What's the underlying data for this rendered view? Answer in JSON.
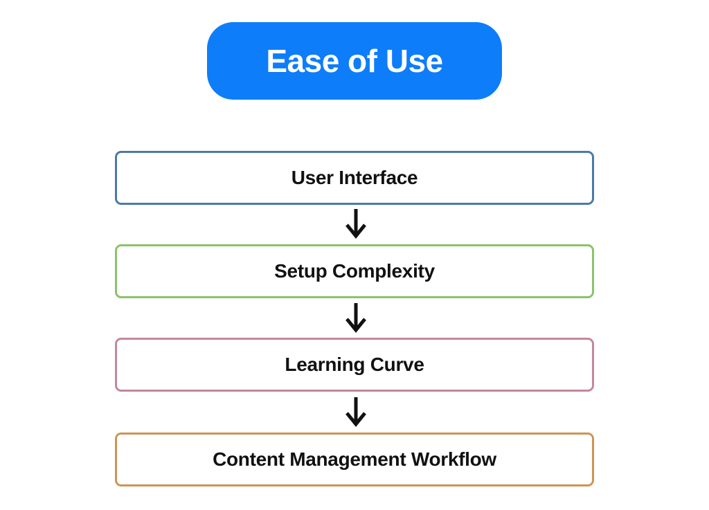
{
  "page": {
    "background": "#ffffff"
  },
  "header": {
    "label": "Ease of Use",
    "bg_color": "#0d7dfa",
    "text_color": "#ffffff"
  },
  "flow": {
    "arrow_color": "#111111",
    "nodes": [
      {
        "id": "user-interface",
        "label": "User Interface",
        "border_color": "#4a7aa8"
      },
      {
        "id": "setup-complexity",
        "label": "Setup Complexity",
        "border_color": "#8cc269"
      },
      {
        "id": "learning-curve",
        "label": "Learning Curve",
        "border_color": "#c4869e"
      },
      {
        "id": "content-management-workflow",
        "label": "Content Management Workflow",
        "border_color": "#cf9454"
      }
    ]
  }
}
